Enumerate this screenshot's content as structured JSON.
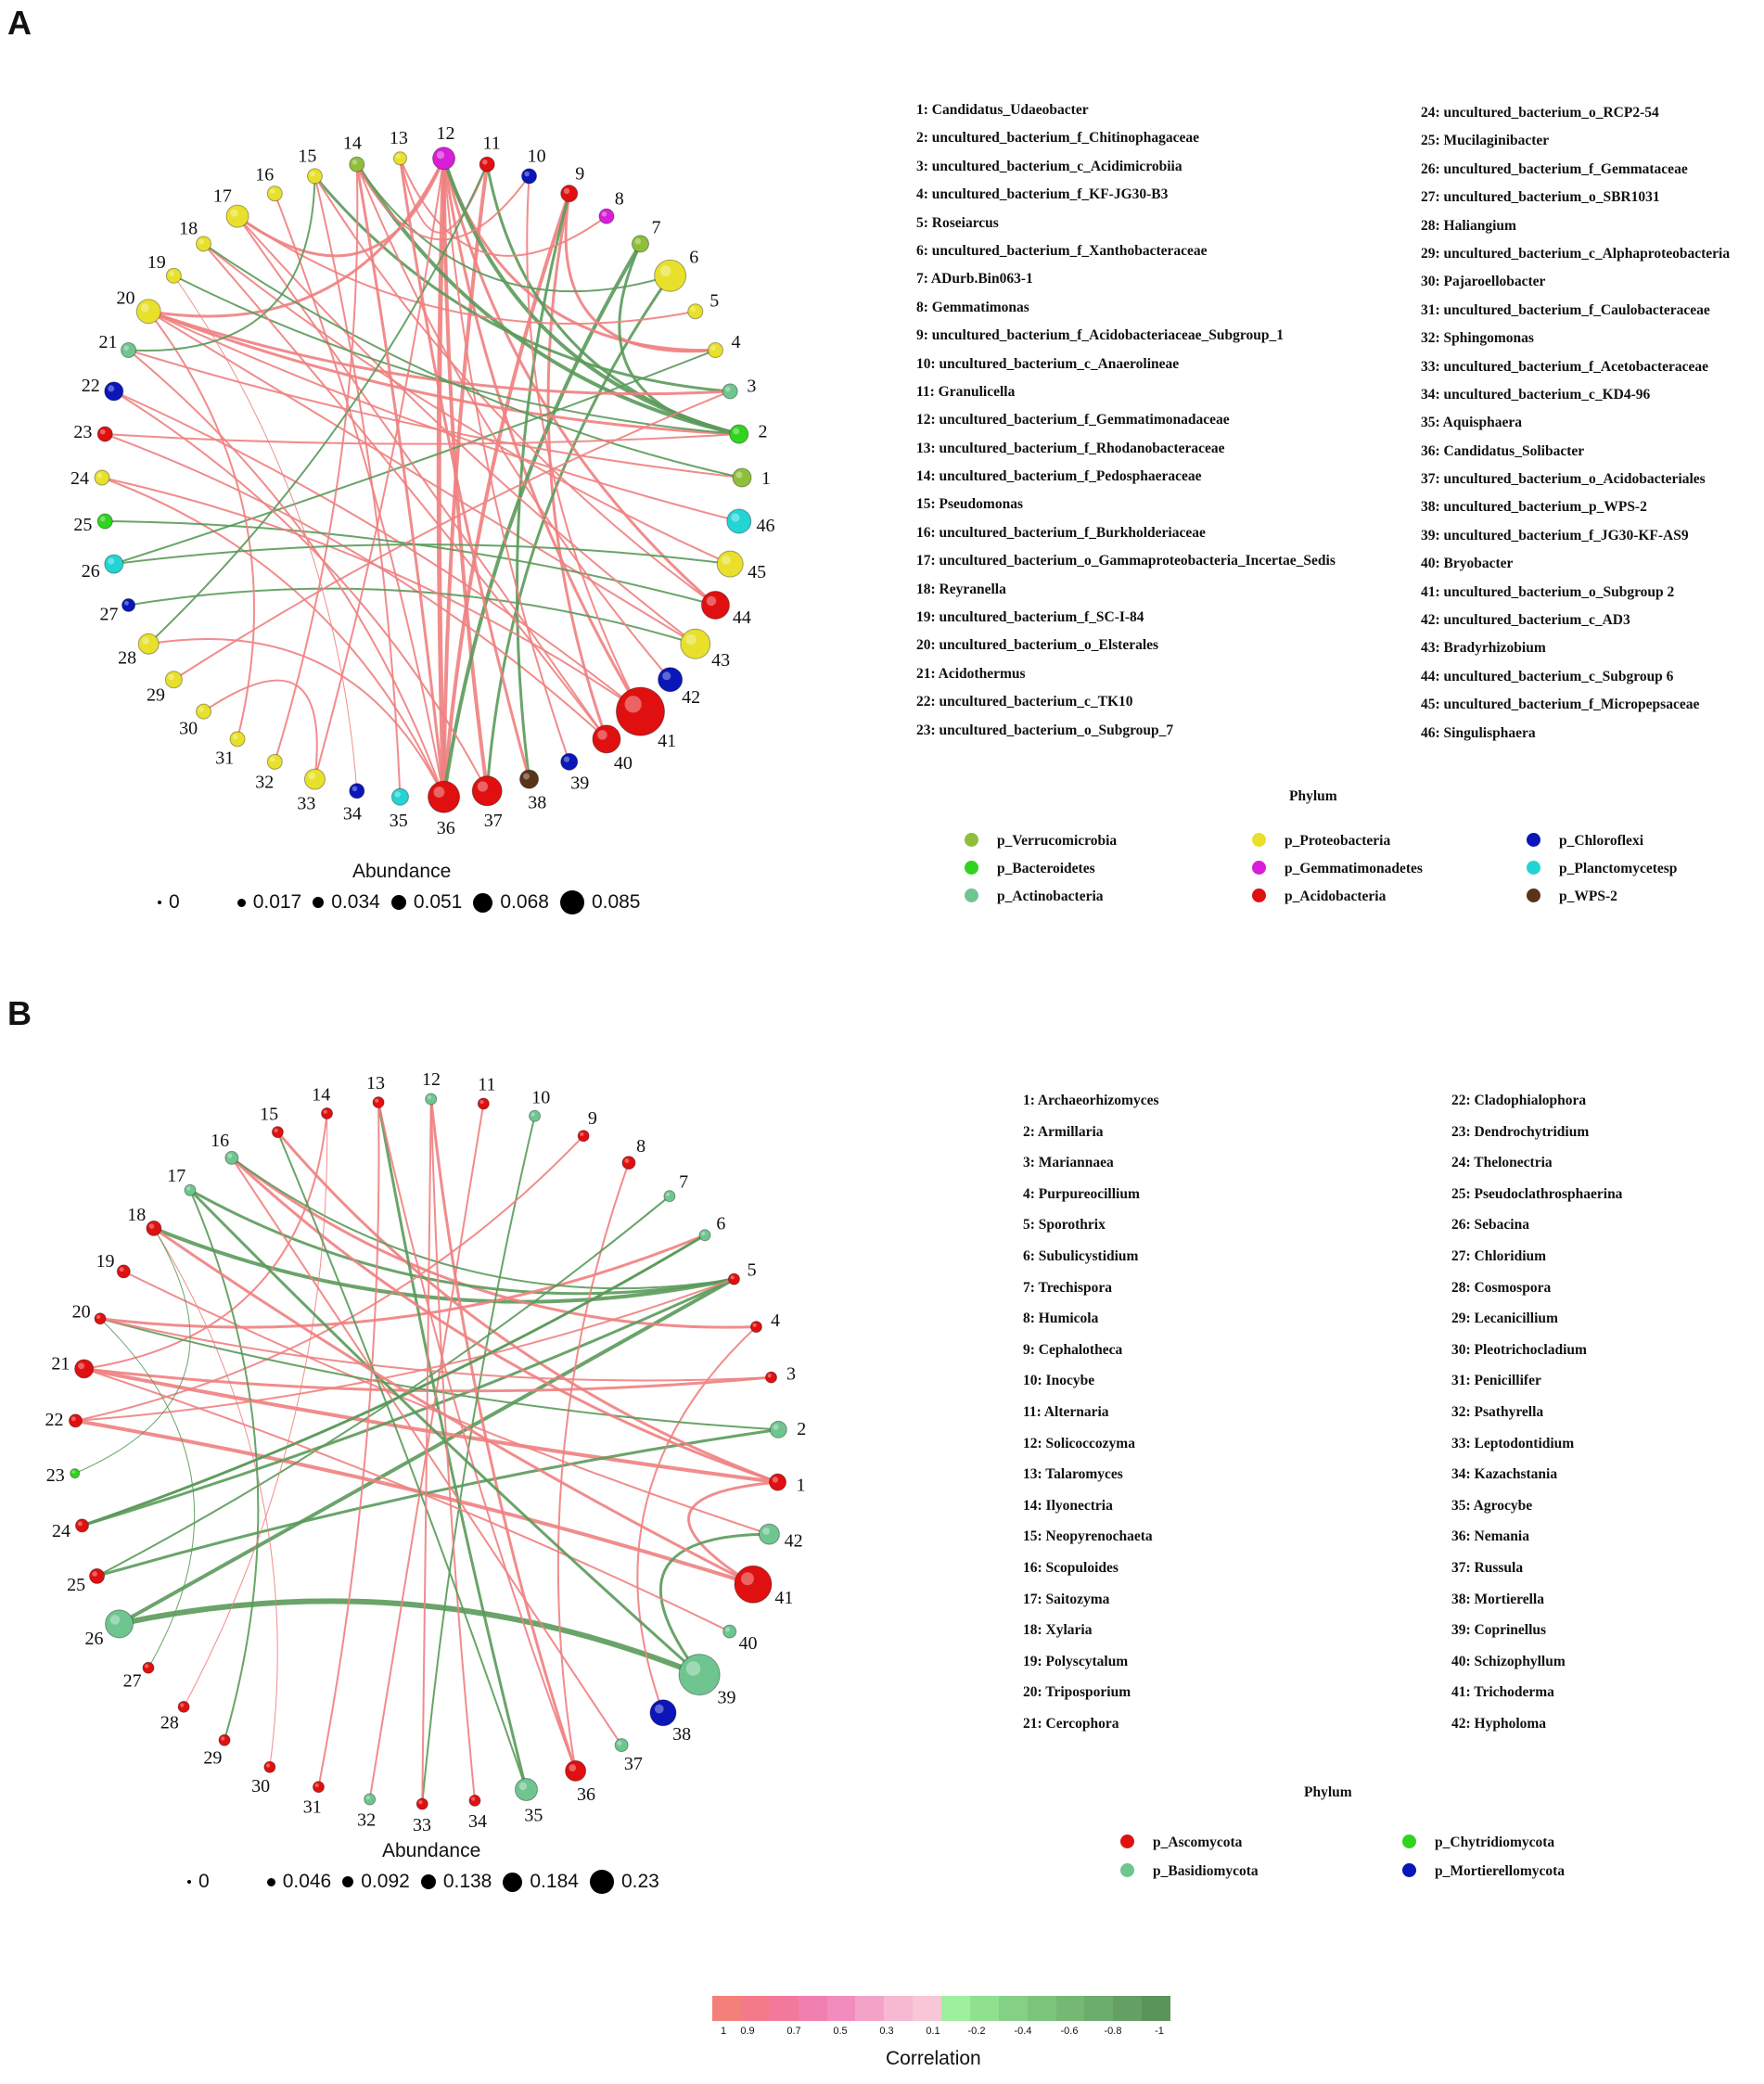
{
  "panels": [
    {
      "letter": "A",
      "nodes": [
        "1",
        "2",
        "3",
        "4",
        "5",
        "6",
        "7",
        "8",
        "9",
        "10",
        "11",
        "12",
        "13",
        "14",
        "15",
        "16",
        "17",
        "18",
        "19",
        "20",
        "21",
        "22",
        "23",
        "24",
        "25",
        "26",
        "27",
        "28",
        "29",
        "30",
        "31",
        "32",
        "33",
        "34",
        "35",
        "36",
        "37",
        "38",
        "39",
        "40",
        "41",
        "42",
        "43",
        "44",
        "45",
        "46"
      ],
      "taxa_col1": [
        "1: Candidatus_Udaeobacter",
        "2: uncultured_bacterium_f_Chitinophagaceae",
        "3: uncultured_bacterium_c_Acidimicrobiia",
        "4: uncultured_bacterium_f_KF-JG30-B3",
        "5: Roseiarcus",
        "6: uncultured_bacterium_f_Xanthobacteraceae",
        "7: ADurb.Bin063-1",
        "8: Gemmatimonas",
        "9: uncultured_bacterium_f_Acidobacteriaceae_Subgroup_1",
        "10: uncultured_bacterium_c_Anaerolineae",
        "11: Granulicella",
        "12: uncultured_bacterium_f_Gemmatimonadaceae",
        "13: uncultured_bacterium_f_Rhodanobacteraceae",
        "14: uncultured_bacterium_f_Pedosphaeraceae",
        "15: Pseudomonas",
        "16: uncultured_bacterium_f_Burkholderiaceae",
        "17: uncultured_bacterium_o_Gammaproteobacteria_Incertae_Sedis",
        "18: Reyranella",
        "19: uncultured_bacterium_f_SC-I-84",
        "20: uncultured_bacterium_o_Elsterales",
        "21: Acidothermus",
        "22: uncultured_bacterium_c_TK10",
        "23: uncultured_bacterium_o_Subgroup_7"
      ],
      "taxa_col2": [
        "24: uncultured_bacterium_o_RCP2-54",
        "25: Mucilaginibacter",
        "26: uncultured_bacterium_f_Gemmataceae",
        "27: uncultured_bacterium_o_SBR1031",
        "28: Haliangium",
        "29: uncultured_bacterium_c_Alphaproteobacteria",
        "30: Pajaroellobacter",
        "31: uncultured_bacterium_f_Caulobacteraceae",
        "32: Sphingomonas",
        "33: uncultured_bacterium_f_Acetobacteraceae",
        "34: uncultured_bacterium_c_KD4-96",
        "35: Aquisphaera",
        "36: Candidatus_Solibacter",
        "37: uncultured_bacterium_o_Acidobacteriales",
        "38: uncultured_bacterium_p_WPS-2",
        "39: uncultured_bacterium_f_JG30-KF-AS9",
        "40: Bryobacter",
        "41: uncultured_bacterium_o_Subgroup 2",
        "42: uncultured_bacterium_c_AD3",
        "43: Bradyrhizobium",
        "44: uncultured_bacterium_c_Subgroup 6",
        "45: uncultured_bacterium_f_Micropepsaceae",
        "46: Singulisphaera"
      ],
      "phylum_title": "Phylum",
      "phyla": [
        {
          "name": "p_Verrucomicrobia",
          "color": "#8fbf3a"
        },
        {
          "name": "p_Proteobacteria",
          "color": "#e8e02a"
        },
        {
          "name": "p_Chloroflexi",
          "color": "#0a16b8"
        },
        {
          "name": "p_Bacteroidetes",
          "color": "#2fd41e"
        },
        {
          "name": "p_Gemmatimonadetes",
          "color": "#d81ed8"
        },
        {
          "name": "p_Planctomycetesp",
          "color": "#22d4d4"
        },
        {
          "name": "p_Actinobacteria",
          "color": "#6fc58f"
        },
        {
          "name": "p_Acidobacteria",
          "color": "#e01010"
        },
        {
          "name": "p_WPS-2",
          "color": "#5a3418"
        }
      ],
      "abundance_title": "Abundance",
      "abundance_values": [
        "0",
        "0.017",
        "0.034",
        "0.051",
        "0.068",
        "0.085"
      ]
    },
    {
      "letter": "B",
      "nodes": [
        "1",
        "2",
        "3",
        "4",
        "5",
        "6",
        "7",
        "8",
        "9",
        "10",
        "11",
        "12",
        "13",
        "14",
        "15",
        "16",
        "17",
        "18",
        "19",
        "20",
        "21",
        "22",
        "23",
        "24",
        "25",
        "26",
        "27",
        "28",
        "29",
        "30",
        "31",
        "32",
        "33",
        "34",
        "35",
        "36",
        "37",
        "38",
        "39",
        "40",
        "41",
        "42"
      ],
      "taxa_col1": [
        "1: Archaeorhizomyces",
        "2: Armillaria",
        "3: Mariannaea",
        "4: Purpureocillium",
        "5: Sporothrix",
        "6: Subulicystidium",
        "7: Trechispora",
        "8: Humicola",
        "9: Cephalotheca",
        "10: Inocybe",
        "11: Alternaria",
        "12: Solicoccozyma",
        "13: Talaromyces",
        "14: Ilyonectria",
        "15: Neopyrenochaeta",
        "16: Scopuloides",
        "17: Saitozyma",
        "18: Xylaria",
        "19: Polyscytalum",
        "20: Triposporium",
        "21: Cercophora"
      ],
      "taxa_col2": [
        "22: Cladophialophora",
        "23: Dendrochytridium",
        "24: Thelonectria",
        "25: Pseudoclathrosphaerina",
        "26: Sebacina",
        "27: Chloridium",
        "28: Cosmospora",
        "29: Lecanicillium",
        "30: Pleotrichocladium",
        "31: Penicillifer",
        "32: Psathyrella",
        "33: Leptodontidium",
        "34: Kazachstania",
        "35: Agrocybe",
        "36: Nemania",
        "37: Russula",
        "38: Mortierella",
        "39: Coprinellus",
        "40: Schizophyllum",
        "41: Trichoderma",
        "42: Hypholoma"
      ],
      "phylum_title": "Phylum",
      "phyla": [
        {
          "name": "p_Ascomycota",
          "color": "#e01010"
        },
        {
          "name": "p_Chytridiomycota",
          "color": "#2fd41e"
        },
        {
          "name": "p_Basidiomycota",
          "color": "#6fc58f"
        },
        {
          "name": "p_Mortierellomycota",
          "color": "#0a16b8"
        }
      ],
      "abundance_title": "Abundance",
      "abundance_values": [
        "0",
        "0.046",
        "0.092",
        "0.138",
        "0.184",
        "0.23"
      ]
    }
  ],
  "correlation": {
    "title": "Correlation",
    "ticks": [
      "1",
      "0.9",
      "0.7",
      "0.5",
      "0.3",
      "0.1",
      "-0.2",
      "-0.4",
      "-0.6",
      "-0.8",
      "-1"
    ],
    "positive_color": "#f08080",
    "negative_color": "#5a9a5a"
  }
}
